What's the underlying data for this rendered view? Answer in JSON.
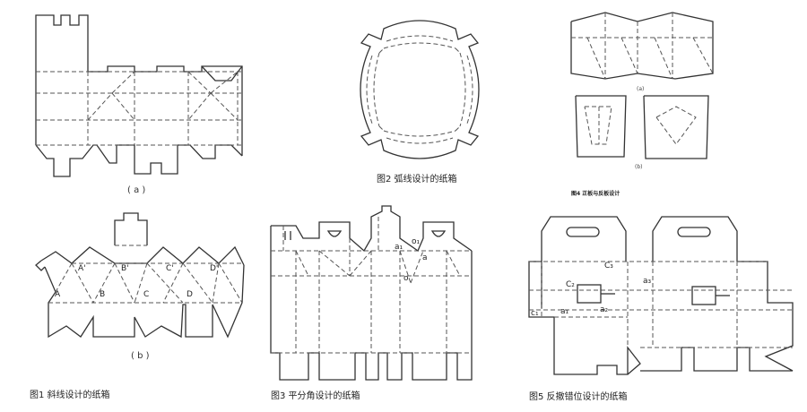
{
  "figures": {
    "fig1a": {
      "sublabel": "( a )"
    },
    "fig1b": {
      "sublabel": "( b )",
      "letters": [
        "A",
        "B",
        "C",
        "D"
      ],
      "letters_primed": [
        "A'",
        "B'",
        "C'",
        "D'"
      ]
    },
    "fig1": {
      "caption": "图1 斜线设计的纸箱"
    },
    "fig2": {
      "caption": "图2 弧线设计的纸箱"
    },
    "fig3": {
      "caption": "图3 平分角设计的纸箱",
      "marks": {
        "a1": "a₁",
        "o1": "o₁",
        "a": "a",
        "o": "o"
      }
    },
    "fig4": {
      "caption": "图4 正板与反板设计",
      "sub_a": "(a)",
      "sub_b": "(b)"
    },
    "fig5": {
      "caption": "图5 反撤错位设计的纸箱",
      "marks": {
        "c1": "c₁",
        "c2": "C₂",
        "c3": "C₃",
        "a1": "a₁",
        "a2": "a₂",
        "a3": "a₃"
      }
    }
  }
}
